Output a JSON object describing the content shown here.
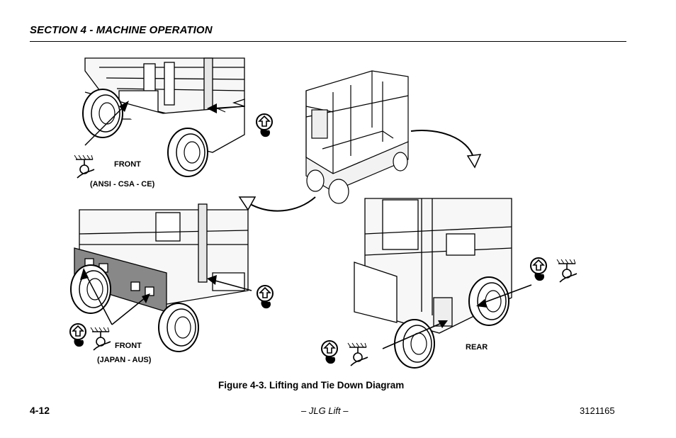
{
  "header": {
    "section_title": "SECTION 4 - MACHINE OPERATION"
  },
  "figure": {
    "labels": {
      "front_top": "FRONT",
      "front_top_std": "(ANSI - CSA - CE)",
      "front_bottom": "FRONT",
      "front_bottom_std": "(JAPAN - AUS)",
      "rear": "REAR"
    },
    "caption": "Figure 4-3. Lifting and Tie Down Diagram"
  },
  "footer": {
    "page_number": "4-12",
    "center": "– JLG Lift –",
    "doc_number": "3121165"
  }
}
